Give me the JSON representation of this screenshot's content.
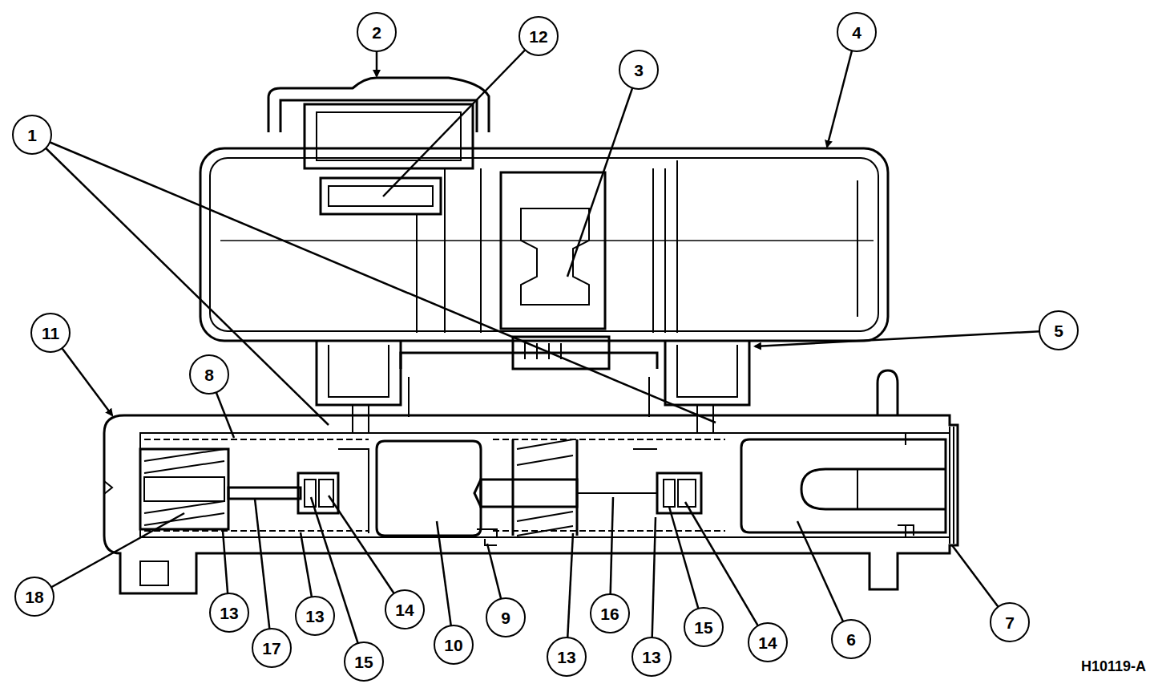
{
  "diagram": {
    "nodes": [
      {
        "text": [
          "1"
        ]
      },
      {
        "text": [
          "2"
        ]
      },
      {
        "text": [
          "12"
        ]
      },
      {
        "text": [
          "3"
        ]
      },
      {
        "text": [
          "4"
        ]
      },
      {
        "text": [
          "11"
        ]
      },
      {
        "text": [
          "8"
        ]
      },
      {
        "text": [
          "5"
        ]
      },
      {
        "text": [
          "18"
        ]
      },
      {
        "text": [
          "13"
        ]
      },
      {
        "text": [
          "17"
        ]
      },
      {
        "text": [
          "13"
        ]
      },
      {
        "text": [
          "15"
        ]
      },
      {
        "text": [
          "14"
        ]
      },
      {
        "text": [
          "10"
        ]
      },
      {
        "text": [
          "9"
        ]
      },
      {
        "text": [
          "13"
        ]
      },
      {
        "text": [
          "16"
        ]
      },
      {
        "text": [
          "13"
        ]
      },
      {
        "text": [
          "15"
        ]
      },
      {
        "text": [
          "14"
        ]
      },
      {
        "text": [
          "6"
        ]
      },
      {
        "text": [
          "7"
        ]
      }
    ],
    "labels": [
      "H10119-A"
    ]
  }
}
